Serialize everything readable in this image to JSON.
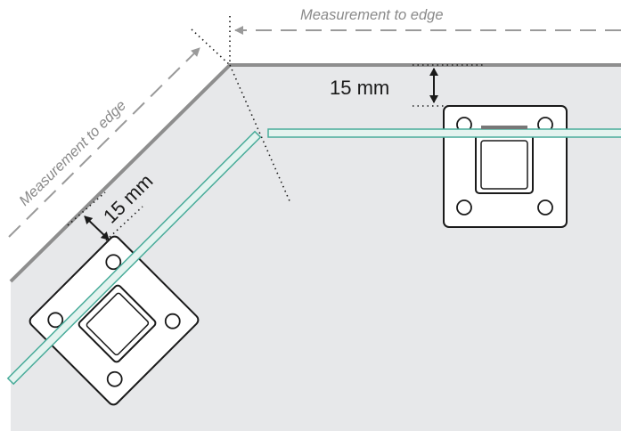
{
  "labels": {
    "measurement_top": "Measurement to edge",
    "measurement_diag": "Measurement to edge",
    "offset_top": "15 mm",
    "offset_diag": "15 mm"
  },
  "colors": {
    "background": "#ffffff",
    "floor": "#e7e8ea",
    "edge": "#8e8e8e",
    "glass_fill": "#e4f3ef",
    "glass_stroke": "#49ac9a",
    "plate_fill": "#ffffff",
    "outline": "#1a1a1a",
    "dashed": "#9a9a9a",
    "dimension_text": "#1a1a1a",
    "measurement_text": "#8a8a8a"
  },
  "icons": {
    "fixing_plate": "square-plate-with-four-holes",
    "clamp": "square-glass-clamp",
    "dimension_arrow": "double-headed-arrow"
  }
}
